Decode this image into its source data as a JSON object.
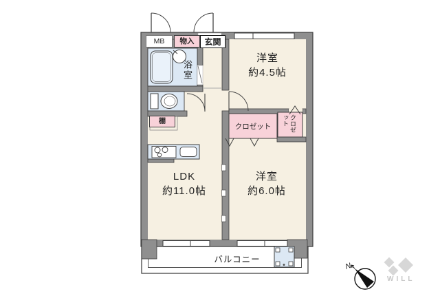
{
  "floorplan": {
    "meter_box_label": "MB",
    "storage_label": "物入",
    "entrance_label": "玄関",
    "bathroom_label": "浴室",
    "shelf_label": "棚",
    "closet_label": "クロゼット",
    "small_closet_label": "クロゼット",
    "room_45": {
      "name": "洋室",
      "size": "約4.5帖"
    },
    "room_60": {
      "name": "洋室",
      "size": "約6.0帖"
    },
    "ldk": {
      "name": "LDK",
      "size": "約11.0帖"
    },
    "balcony_label": "バルコニー"
  },
  "compass": {
    "north_label": "N"
  },
  "logo": {
    "brand": "WILL"
  },
  "colors": {
    "wall_gray": "#8f8f8f",
    "outline": "#3c3c3c",
    "floor_cream": "#f6f0e2",
    "water_blue": "#dce8f4",
    "closet_pink": "#f8d2d9",
    "logo_gray": "#d0d0d0"
  }
}
